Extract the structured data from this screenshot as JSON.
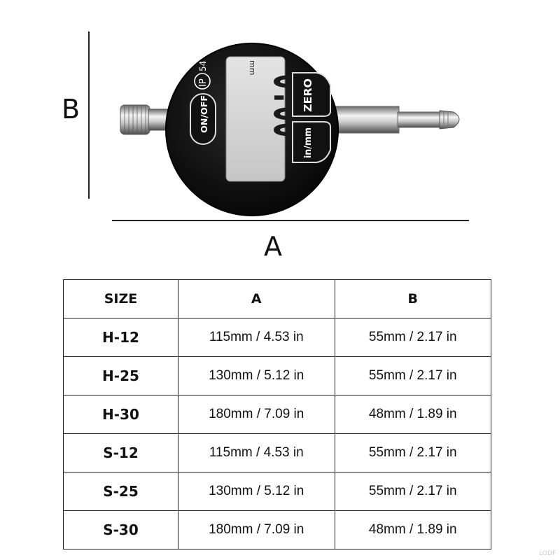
{
  "diagram": {
    "label_a": "A",
    "label_b": "B",
    "buttons": {
      "on_off": "ON/OFF",
      "zero": "ZERO",
      "in_mm": "in/mm"
    },
    "rating": {
      "ip": "IP",
      "code": "54"
    },
    "display": {
      "reading": "0.00",
      "unit": "mm"
    }
  },
  "table": {
    "headers": [
      "SIZE",
      "A",
      "B"
    ],
    "rows": [
      [
        "H-12",
        "115mm / 4.53 in",
        "55mm / 2.17 in"
      ],
      [
        "H-25",
        "130mm / 5.12 in",
        "55mm / 2.17 in"
      ],
      [
        "H-30",
        "180mm / 7.09 in",
        "48mm / 1.89 in"
      ],
      [
        "S-12",
        "115mm / 4.53 in",
        "55mm / 2.17 in"
      ],
      [
        "S-25",
        "130mm / 5.12 in",
        "55mm / 2.17 in"
      ],
      [
        "S-30",
        "180mm / 7.09 in",
        "48mm / 1.89 in"
      ]
    ]
  },
  "watermark": "LODF"
}
